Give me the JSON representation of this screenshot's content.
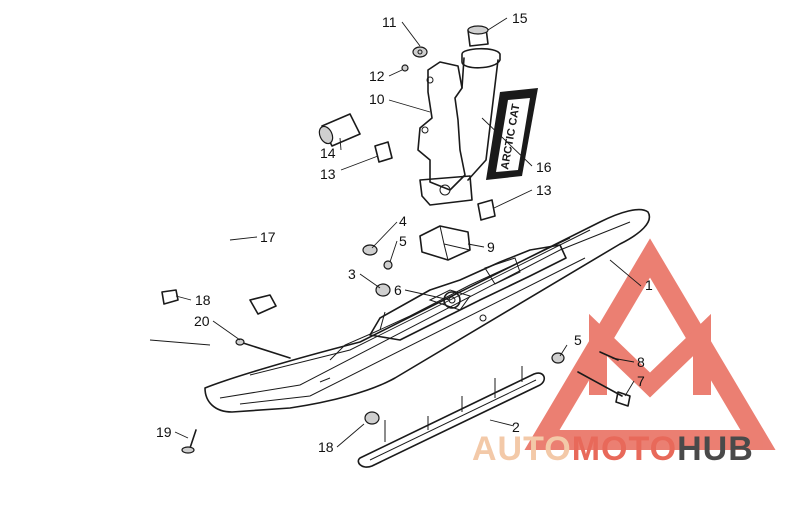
{
  "diagram": {
    "callouts": [
      "1",
      "2",
      "3",
      "4",
      "5",
      "5",
      "6",
      "7",
      "8",
      "9",
      "10",
      "11",
      "12",
      "13",
      "13",
      "14",
      "15",
      "16",
      "17",
      "18",
      "18",
      "19",
      "20"
    ],
    "decal_text": "ARCTIC CAT"
  },
  "watermark": {
    "part1": "AUTO",
    "part2": "MOTO",
    "part3": "HUB",
    "colors": {
      "accent": "#e8695a",
      "light": "#f3c9a8",
      "dark": "#4a4a4a"
    }
  }
}
